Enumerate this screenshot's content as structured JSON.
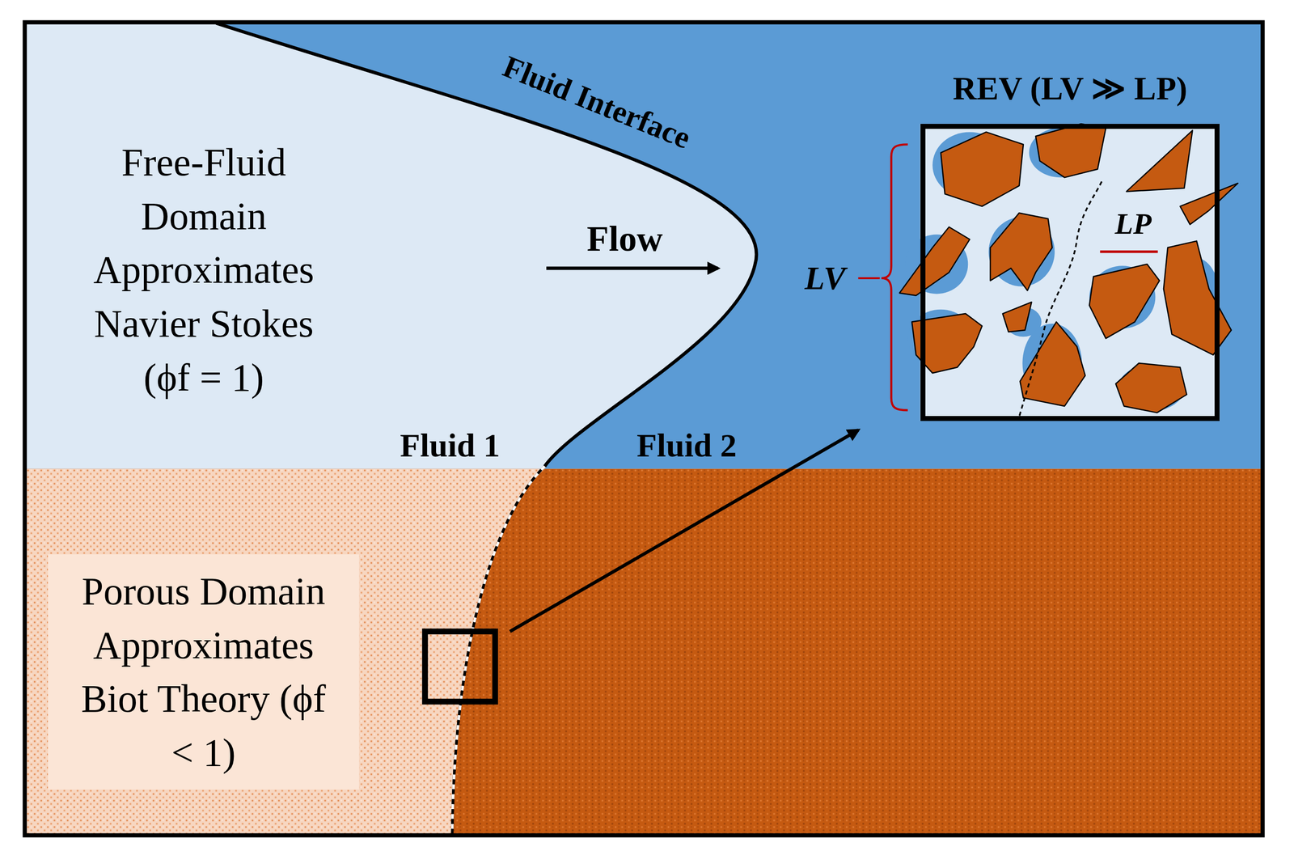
{
  "diagram": {
    "nodes": [
      {
        "text": [
          "REV (LV ≫ LP)"
        ]
      },
      {
        "text": [
          "Porous Domain Approximates Biot Theory (ϕf < 1)"
        ]
      }
    ],
    "labels": [
      "Fluid Interface",
      "Free-Fluid Domain Approximates Navier Stokes (ϕf = 1)",
      "Flow",
      "Fluid 1",
      "Fluid 2",
      "LV",
      "LP"
    ]
  }
}
